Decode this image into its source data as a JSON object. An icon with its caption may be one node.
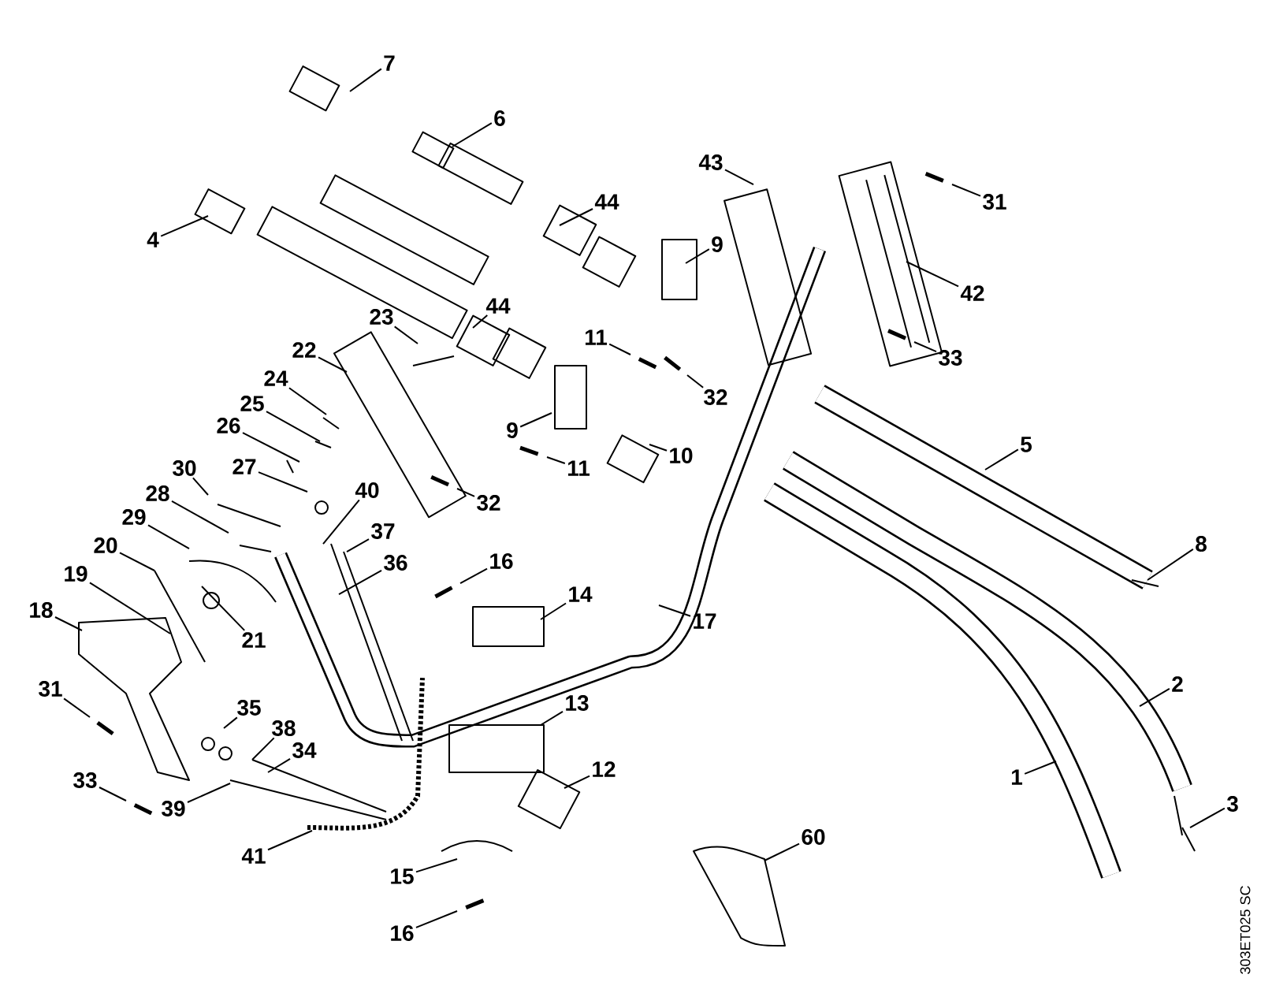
{
  "diagram": {
    "nodes": [
      {
        "text": [
          "7"
        ]
      },
      {
        "text": [
          "6"
        ]
      },
      {
        "text": [
          "4"
        ]
      },
      {
        "text": [
          "44"
        ]
      },
      {
        "text": [
          "43"
        ]
      },
      {
        "text": [
          "31"
        ]
      },
      {
        "text": [
          "9"
        ]
      },
      {
        "text": [
          "42"
        ]
      },
      {
        "text": [
          "23"
        ]
      },
      {
        "text": [
          "44"
        ]
      },
      {
        "text": [
          "11"
        ]
      },
      {
        "text": [
          "33"
        ]
      },
      {
        "text": [
          "22"
        ]
      },
      {
        "text": [
          "32"
        ]
      },
      {
        "text": [
          "24"
        ]
      },
      {
        "text": [
          "25"
        ]
      },
      {
        "text": [
          "9"
        ]
      },
      {
        "text": [
          "26"
        ]
      },
      {
        "text": [
          "5"
        ]
      },
      {
        "text": [
          "27"
        ]
      },
      {
        "text": [
          "10"
        ]
      },
      {
        "text": [
          "11"
        ]
      },
      {
        "text": [
          "30"
        ]
      },
      {
        "text": [
          "40"
        ]
      },
      {
        "text": [
          "32"
        ]
      },
      {
        "text": [
          "28"
        ]
      },
      {
        "text": [
          "37"
        ]
      },
      {
        "text": [
          "8"
        ]
      },
      {
        "text": [
          "29"
        ]
      },
      {
        "text": [
          "36"
        ]
      },
      {
        "text": [
          "16"
        ]
      },
      {
        "text": [
          "20"
        ]
      },
      {
        "text": [
          "19"
        ]
      },
      {
        "text": [
          "21"
        ]
      },
      {
        "text": [
          "14"
        ]
      },
      {
        "text": [
          "17"
        ]
      },
      {
        "text": [
          "18"
        ]
      },
      {
        "text": [
          "2"
        ]
      },
      {
        "text": [
          "31"
        ]
      },
      {
        "text": [
          "35"
        ]
      },
      {
        "text": [
          "13"
        ]
      },
      {
        "text": [
          "38"
        ]
      },
      {
        "text": [
          "34"
        ]
      },
      {
        "text": [
          "12"
        ]
      },
      {
        "text": [
          "1"
        ]
      },
      {
        "text": [
          "33"
        ]
      },
      {
        "text": [
          "39"
        ]
      },
      {
        "text": [
          "3"
        ]
      },
      {
        "text": [
          "41"
        ]
      },
      {
        "text": [
          "60"
        ]
      },
      {
        "text": [
          "15"
        ]
      },
      {
        "text": [
          "16"
        ]
      }
    ],
    "edges": [
      {
        "from": 0,
        "to": null,
        "arrow": "none"
      },
      {
        "from": 1,
        "to": null,
        "arrow": "none"
      },
      {
        "from": 2,
        "to": null,
        "arrow": "none"
      },
      {
        "from": 3,
        "to": null,
        "arrow": "none"
      },
      {
        "from": 4,
        "to": null,
        "arrow": "none"
      },
      {
        "from": 5,
        "to": null,
        "arrow": "none"
      },
      {
        "from": 6,
        "to": null,
        "arrow": "none"
      },
      {
        "from": 7,
        "to": null,
        "arrow": "none"
      },
      {
        "from": 8,
        "to": null,
        "arrow": "none"
      },
      {
        "from": 9,
        "to": null,
        "arrow": "none"
      },
      {
        "from": 10,
        "to": null,
        "arrow": "none"
      },
      {
        "from": 11,
        "to": null,
        "arrow": "none"
      },
      {
        "from": 12,
        "to": null,
        "arrow": "none"
      },
      {
        "from": 13,
        "to": null,
        "arrow": "none"
      },
      {
        "from": 14,
        "to": null,
        "arrow": "none"
      },
      {
        "from": 15,
        "to": null,
        "arrow": "none"
      },
      {
        "from": 16,
        "to": null,
        "arrow": "none"
      },
      {
        "from": 17,
        "to": null,
        "arrow": "none"
      },
      {
        "from": 18,
        "to": null,
        "arrow": "none"
      },
      {
        "from": 19,
        "to": null,
        "arrow": "none"
      },
      {
        "from": 20,
        "to": null,
        "arrow": "none"
      },
      {
        "from": 21,
        "to": null,
        "arrow": "none"
      },
      {
        "from": 22,
        "to": null,
        "arrow": "none"
      },
      {
        "from": 23,
        "to": null,
        "arrow": "none"
      },
      {
        "from": 24,
        "to": null,
        "arrow": "none"
      },
      {
        "from": 25,
        "to": null,
        "arrow": "none"
      },
      {
        "from": 26,
        "to": null,
        "arrow": "none"
      },
      {
        "from": 27,
        "to": null,
        "arrow": "none"
      },
      {
        "from": 28,
        "to": null,
        "arrow": "none"
      },
      {
        "from": 29,
        "to": null,
        "arrow": "none"
      },
      {
        "from": 30,
        "to": null,
        "arrow": "none"
      },
      {
        "from": 31,
        "to": null,
        "arrow": "none"
      },
      {
        "from": 32,
        "to": null,
        "arrow": "none"
      },
      {
        "from": 33,
        "to": null,
        "arrow": "none"
      },
      {
        "from": 34,
        "to": null,
        "arrow": "none"
      },
      {
        "from": 35,
        "to": null,
        "arrow": "none"
      },
      {
        "from": 36,
        "to": null,
        "arrow": "none"
      },
      {
        "from": 37,
        "to": null,
        "arrow": "none"
      },
      {
        "from": 38,
        "to": null,
        "arrow": "none"
      },
      {
        "from": 39,
        "to": null,
        "arrow": "none"
      },
      {
        "from": 40,
        "to": null,
        "arrow": "none"
      },
      {
        "from": 41,
        "to": null,
        "arrow": "none"
      },
      {
        "from": 42,
        "to": null,
        "arrow": "none"
      },
      {
        "from": 43,
        "to": null,
        "arrow": "none"
      },
      {
        "from": 44,
        "to": null,
        "arrow": "none"
      },
      {
        "from": 45,
        "to": null,
        "arrow": "none"
      },
      {
        "from": 46,
        "to": null,
        "arrow": "none"
      },
      {
        "from": 47,
        "to": null,
        "arrow": "none"
      },
      {
        "from": 48,
        "to": null,
        "arrow": "none"
      },
      {
        "from": 49,
        "to": null,
        "arrow": "none"
      },
      {
        "from": 50,
        "to": null,
        "arrow": "none"
      },
      {
        "from": 51,
        "to": null,
        "arrow": "none"
      }
    ],
    "labels": [
      "303ET025 SC"
    ]
  }
}
